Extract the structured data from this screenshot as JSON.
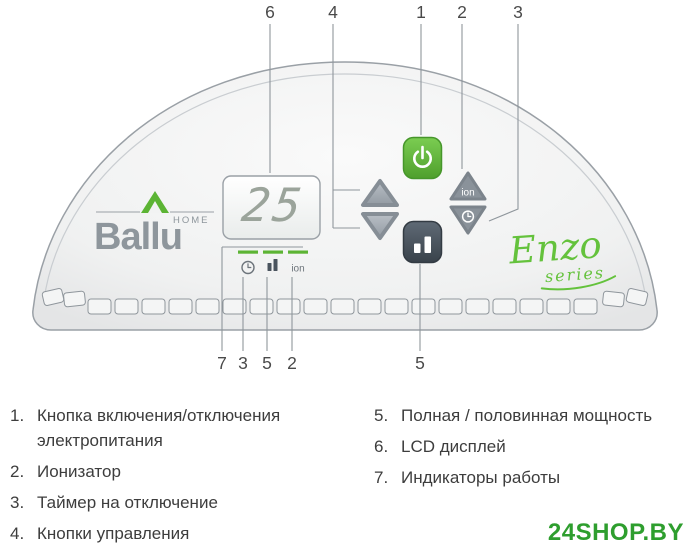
{
  "diagram": {
    "callouts": {
      "top": [
        "6",
        "4",
        "1",
        "2",
        "3"
      ],
      "bottom": [
        "7",
        "3",
        "5",
        "2",
        "5"
      ]
    },
    "panel": {
      "brand": "Ballu",
      "brand_tag": "HOME",
      "lcd_value": "25",
      "ion_button_label": "ion",
      "ion_indicator_label": "ion",
      "series_script": "Enzo",
      "series_word": "series"
    }
  },
  "legend": {
    "left": [
      {
        "num": "1.",
        "text": "Кнопка включения/отключения электропитания"
      },
      {
        "num": "2.",
        "text": "Ионизатор"
      },
      {
        "num": "3.",
        "text": "Таймер на отключение"
      },
      {
        "num": "4.",
        "text": "Кнопки управления"
      }
    ],
    "right": [
      {
        "num": "5.",
        "text": "Полная / половинная мощность"
      },
      {
        "num": "6.",
        "text": "LCD дисплей"
      },
      {
        "num": "7.",
        "text": "Индикаторы работы"
      }
    ]
  },
  "watermark": "24SHOP.BY",
  "colors": {
    "accent_green": "#5cb434",
    "logo_gray": "#8e969c",
    "button_gray": "#8a929a",
    "dark_button": "#414a53",
    "watermark_green": "#2e9e2e",
    "callout_gray": "#8f969c"
  }
}
